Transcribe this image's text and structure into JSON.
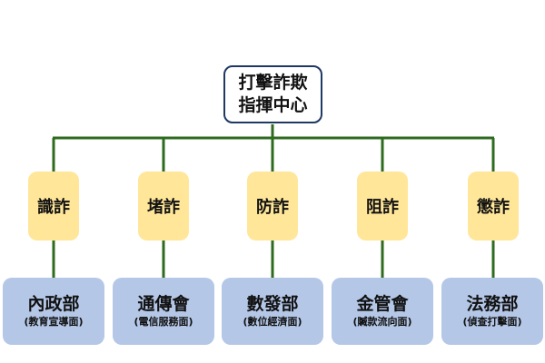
{
  "root": {
    "line1": "打擊詐欺",
    "line2": "指揮中心"
  },
  "branches": [
    {
      "label": "識詐"
    },
    {
      "label": "堵詐"
    },
    {
      "label": "防詐"
    },
    {
      "label": "阻詐"
    },
    {
      "label": "懲詐"
    }
  ],
  "departments": [
    {
      "title": "內政部",
      "sub": "(教育宣導面)"
    },
    {
      "title": "通傳會",
      "sub": "(電信服務面)"
    },
    {
      "title": "數發部",
      "sub": "(數位經濟面)"
    },
    {
      "title": "金管會",
      "sub": "(贓款流向面)"
    },
    {
      "title": "法務部",
      "sub": "(偵查打擊面)"
    }
  ],
  "colors": {
    "connector": "#2e6b1f",
    "root_border": "#1f3864",
    "branch_fill": "#ffe699",
    "department_fill": "#b4c7e7"
  }
}
